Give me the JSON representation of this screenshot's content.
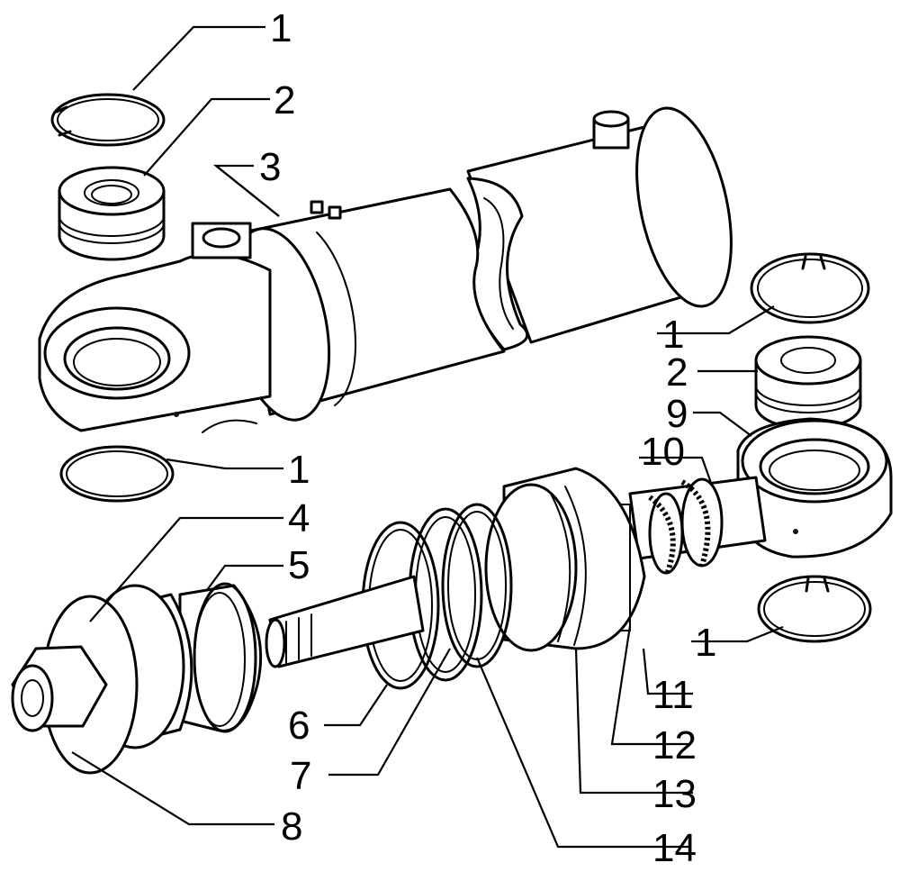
{
  "callouts": [
    "1",
    "2",
    "3",
    "1",
    "2",
    "9",
    "10",
    "1",
    "4",
    "5",
    "1",
    "11",
    "6",
    "12",
    "7",
    "13",
    "8",
    "14"
  ]
}
